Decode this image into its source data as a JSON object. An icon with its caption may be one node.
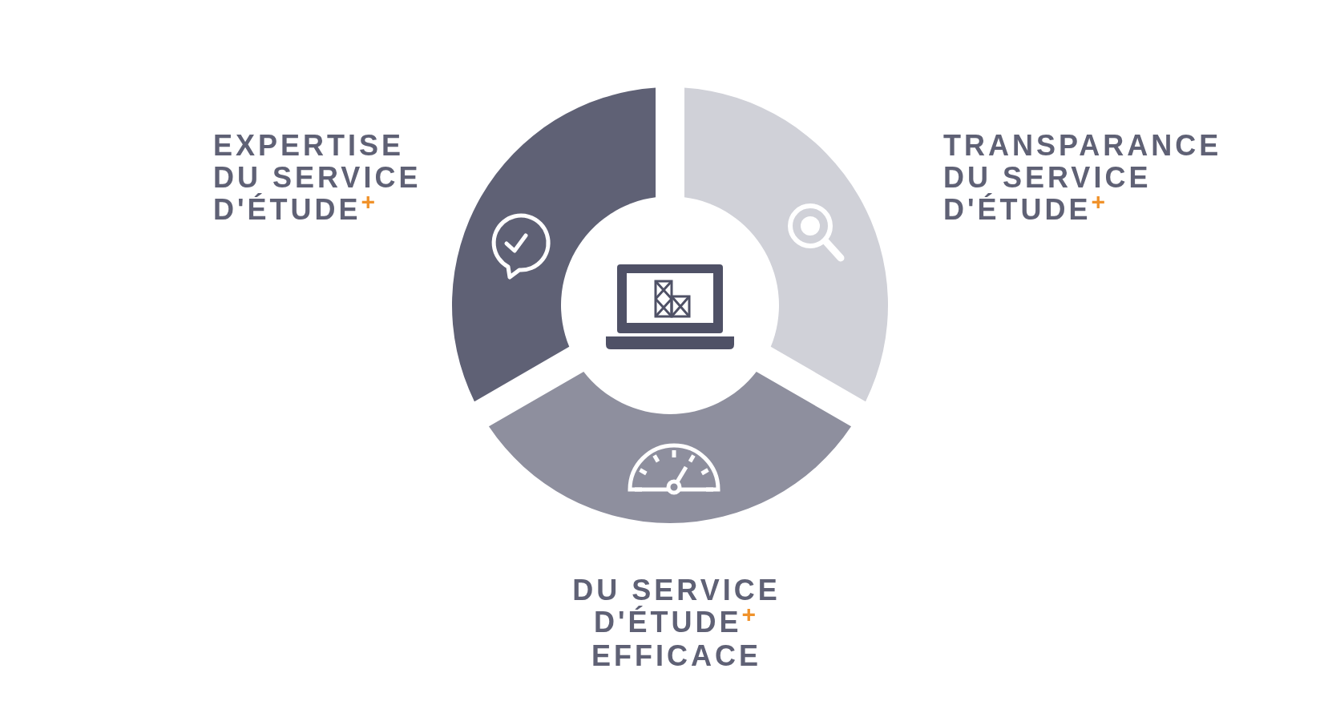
{
  "diagram": {
    "labels": [
      "EXPERTISE DU SERVICE D'ÉTUDE$^{+}$",
      "TRANSPARANCE DU SERVICE D'ÉTUDE$^{+}$",
      "DU SERVICE D'ÉTUDE$^{+}$ EFFICACE"
    ]
  }
}
